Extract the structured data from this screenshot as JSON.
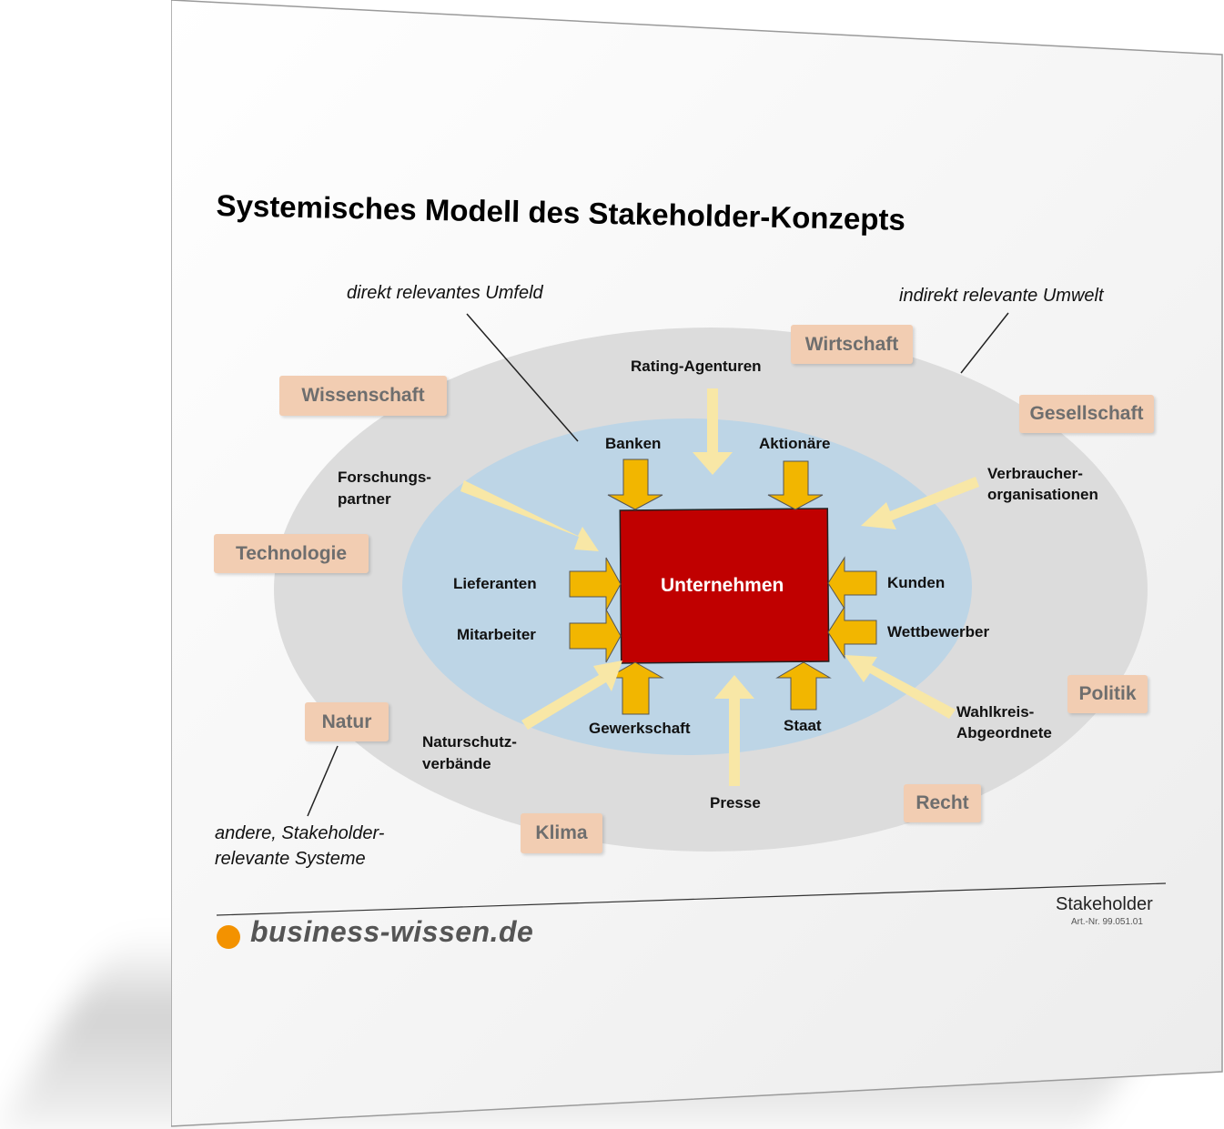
{
  "title": "Systemisches Modell des Stakeholder-Konzepts",
  "annotations": {
    "direct": "direkt relevantes Umfeld",
    "indirect": "indirekt relevante Umwelt",
    "other_line1": "andere, Stakeholder-",
    "other_line2": "relevante Systeme"
  },
  "center": "Unternehmen",
  "stakeholders": {
    "rating": "Rating-Agenturen",
    "banken": "Banken",
    "aktionaere": "Aktionäre",
    "forschung_1": "Forschungs-",
    "forschung_2": "partner",
    "verbraucher_1": "Verbraucher-",
    "verbraucher_2": "organisationen",
    "lieferanten": "Lieferanten",
    "mitarbeiter": "Mitarbeiter",
    "kunden": "Kunden",
    "wettbewerber": "Wettbewerber",
    "gewerkschaft": "Gewerkschaft",
    "staat": "Staat",
    "natur_1": "Naturschutz-",
    "natur_2": "verbände",
    "wahlkreis_1": "Wahlkreis-",
    "wahlkreis_2": "Abgeordnete",
    "presse": "Presse"
  },
  "systems": {
    "wirtschaft": "Wirtschaft",
    "wissenschaft": "Wissenschaft",
    "gesellschaft": "Gesellschaft",
    "technologie": "Technologie",
    "politik": "Politik",
    "natur": "Natur",
    "recht": "Recht",
    "klima": "Klima"
  },
  "footer": {
    "brand": "business-wissen.de",
    "doc_title": "Stakeholder",
    "article_no": "Art.-Nr. 99.051.01"
  },
  "colors": {
    "outer_ellipse": "#dcdcdc",
    "inner_ellipse": "#bdd5e6",
    "center_box": "#c00000",
    "arrow_solid": "#f2b600",
    "arrow_light": "#f8e7a6",
    "system_box": "#f2cdb2",
    "brand_dot": "#f39200"
  }
}
